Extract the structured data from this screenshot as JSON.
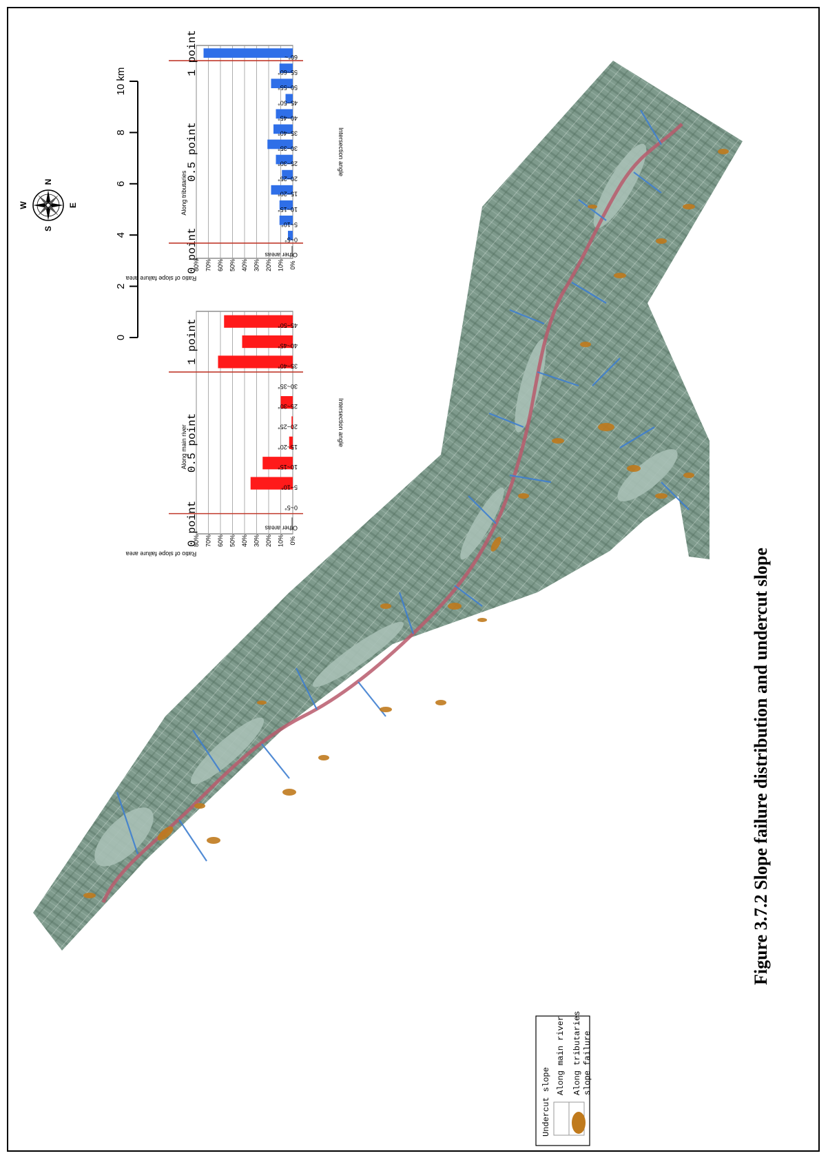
{
  "figure": {
    "caption": "Figure 3.7.2  Slope failure distribution and undercut slope"
  },
  "compass": {
    "N": "N",
    "E": "E",
    "S": "S",
    "W": "W"
  },
  "scale_bar": {
    "ticks": [
      "0",
      "2",
      "4",
      "6",
      "8",
      "10 km"
    ]
  },
  "legend": {
    "title": "Undercut slope",
    "items": [
      {
        "label": "Along main river"
      },
      {
        "label": "Along tributaries"
      },
      {
        "label": "slope failure",
        "color": "#c07a1c"
      }
    ]
  },
  "colors": {
    "terrain": "#7e9a8c",
    "terrain_dark": "#5d7a6b",
    "valley": "#a9c0b6",
    "main_river": "#b85a6c",
    "tributary": "#3f7fd0",
    "failure": "#c07a1c",
    "bar_main": "#ff1a1a",
    "bar_trib": "#2f6fe8",
    "bar_other": "#777777",
    "zone_line": "#c0392b"
  },
  "chart_data": [
    {
      "type": "bar",
      "title": "Along main river",
      "xlabel": "Intersection angle",
      "ylabel": "Ratio of slope failure area",
      "ylim": [
        0,
        80
      ],
      "yticks": [
        "0%",
        "10%",
        "20%",
        "30%",
        "40%",
        "50%",
        "60%",
        "70%",
        "80%"
      ],
      "categories": [
        "Other areas",
        "0~5°",
        "5~10°",
        "10~15°",
        "15~20°",
        "20~25°",
        "25~30°",
        "30~35°",
        "35~40°",
        "40~45°",
        "45~50°"
      ],
      "values": [
        1,
        0,
        35,
        25,
        3,
        1,
        10,
        0,
        62,
        42,
        57
      ],
      "zones": [
        {
          "label": "0 point",
          "from": 0,
          "to": 0
        },
        {
          "label": "0.5 point",
          "from": 1,
          "to": 7
        },
        {
          "label": "1 point",
          "from": 8,
          "to": 10
        }
      ]
    },
    {
      "type": "bar",
      "title": "Along tributaries",
      "xlabel": "Intersection angle",
      "ylabel": "Ratio of slope failure area",
      "ylim": [
        0,
        80
      ],
      "yticks": [
        "0%",
        "10%",
        "20%",
        "30%",
        "40%",
        "50%",
        "60%",
        "70%",
        "80%"
      ],
      "categories": [
        "Other areas",
        "0~5°",
        "5~10°",
        "10~15°",
        "15~20°",
        "20~25°",
        "25~30°",
        "30~35°",
        "35~40°",
        "40~45°",
        "45~50°",
        "50~55°",
        "55~60°",
        "60°~"
      ],
      "values": [
        1,
        4,
        11,
        11,
        18,
        9,
        14,
        21,
        16,
        14,
        6,
        18,
        11,
        74
      ],
      "zones": [
        {
          "label": "0 point",
          "from": 0,
          "to": 0
        },
        {
          "label": "0.5 point",
          "from": 1,
          "to": 12
        },
        {
          "label": "1 point",
          "from": 13,
          "to": 13
        }
      ]
    }
  ]
}
